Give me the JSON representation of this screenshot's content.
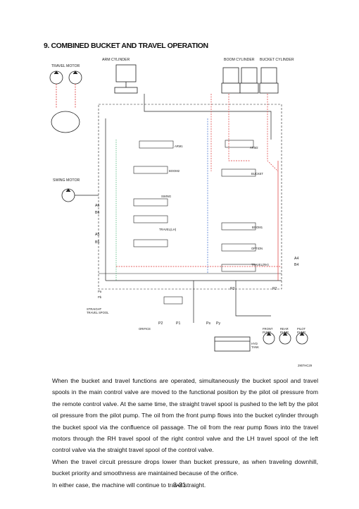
{
  "title": "9. COMBINED BUCKET AND TRAVEL OPERATION",
  "diagram": {
    "labels": {
      "arm_cylinder": "ARM CYLINDER",
      "boom_cylinder": "BOOM CYLINDER",
      "bucket_cylinder": "BUCKET CYLINDER",
      "travel_motor": "TRAVEL MOTOR",
      "swing_motor": "SWING MOTOR",
      "arm1": "ARM1",
      "arm2": "ARM2",
      "boom2": "BOOM2",
      "bucket": "BUCKET",
      "swing": "SWING",
      "boom1": "BOOM1",
      "travel_lh": "TRAVEL(LH)",
      "option": "OPTION",
      "travel_rh": "TRAVEL(RH)",
      "straight_travel_spool": "STRAIGHT\nTRAVEL SPOOL",
      "orifice": "ORIFICE",
      "front_pump": "FRONT\nPUMP",
      "rear_pump": "REAR\nPUMP",
      "pilot_pump": "PILOT\nPUMP",
      "hyd_tank": "HYD\nTANK",
      "p1": "P1",
      "p2": "P2",
      "p3": "P3",
      "py": "Py",
      "ps": "Ps",
      "pa": "Pa",
      "pb": "Pb",
      "ref_code": "2907HC29",
      "a6": "A6",
      "b6": "B6",
      "a5": "A5",
      "b5": "B5",
      "a4": "A4",
      "b4": "B4"
    }
  },
  "paragraphs": [
    "When the bucket and travel functions are operated, simultaneously the bucket spool and travel spools in the main control valve are moved to the functional position by the pilot oil pressure from the remote control valve.   At the same time, the straight travel spool is pushed to the left by the pilot oil pressure from the pilot pump.   The oil from the front pump flows into the bucket cylinder through the bucket spool via the confluence oil passage.   The oil from the rear pump flows into the travel motors through the RH travel spool of the right control valve and the LH travel spool of the left control valve via the straight travel spool of the control valve.",
    "When the travel circuit pressure drops lower than bucket pressure, as when traveling downhill, bucket priority and smoothness are maintained because of the orifice.",
    "In either case, the machine will continue to travel straight."
  ],
  "page_number": "3-31"
}
